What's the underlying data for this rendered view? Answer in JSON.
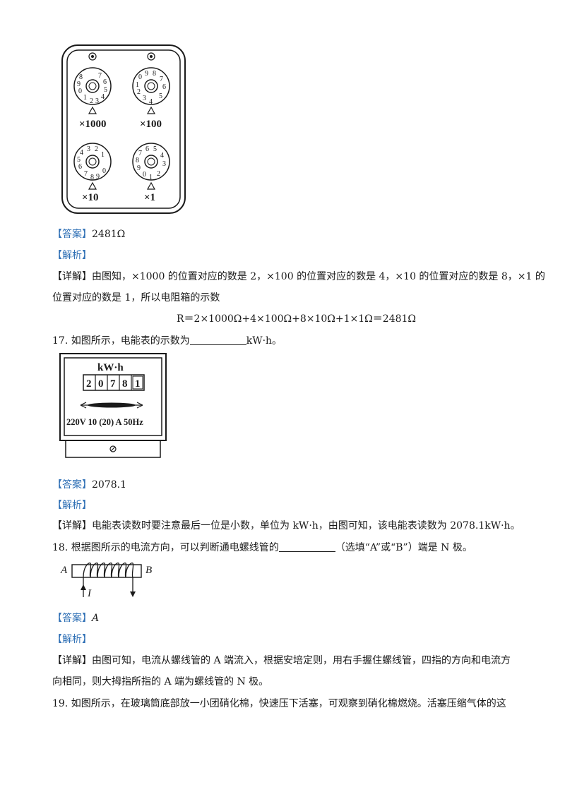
{
  "figure_resistance_box": {
    "multipliers": [
      "×1000",
      "×100",
      "×10",
      "×1"
    ]
  },
  "q16": {
    "answer_tag": "【答案】",
    "answer": "2481Ω",
    "analysis_tag": "【解析】",
    "detail_tag": "【详解】",
    "detail_line1": "由图知，×1000 的位置对应的数是 2，×100 的位置对应的数是 4，×10 的位置对应的数是 8，×1 的",
    "detail_line2": "位置对应的数是 1，所以电阻箱的示数",
    "formula": "R＝2×1000Ω+4×100Ω+8×10Ω+1×1Ω＝2481Ω"
  },
  "q17": {
    "question_prefix": "17. 如图所示，电能表的示数为",
    "question_suffix": "kW·h。",
    "meter": {
      "unit": "kW·h",
      "digits": [
        "2",
        "0",
        "7",
        "8",
        "1"
      ],
      "rating": "220V  10 (20) A  50Hz"
    },
    "answer_tag": "【答案】",
    "answer": "2078.1",
    "analysis_tag": "【解析】",
    "detail_tag": "【详解】",
    "detail": "电能表读数时要注意最后一位是小数，单位为 kW·h，由图可知，该电能表读数为 2078.1kW·h。"
  },
  "q18": {
    "question_prefix": "18. 根据图所示的电流方向，可以判断通电螺线管的",
    "question_suffix": "（选填“A”或“B”）端是 N 极。",
    "fig_label_A": "A",
    "fig_label_B": "B",
    "fig_label_I": "I",
    "answer_tag": "【答案】",
    "answer": "A",
    "analysis_tag": "【解析】",
    "detail_tag": "【详解】",
    "detail_line1": "由图可知，电流从螺线管的 A 端流入，根据安培定则，用右手握住螺线管，四指的方向和电流方",
    "detail_line2": "向相同，则大拇指所指的 A 端为螺线管的 N 极。"
  },
  "q19": {
    "question": "19. 如图所示，在玻璃筒底部放一小团硝化棉，快速压下活塞，可观察到硝化棉燃烧。活塞压缩气体的这"
  }
}
